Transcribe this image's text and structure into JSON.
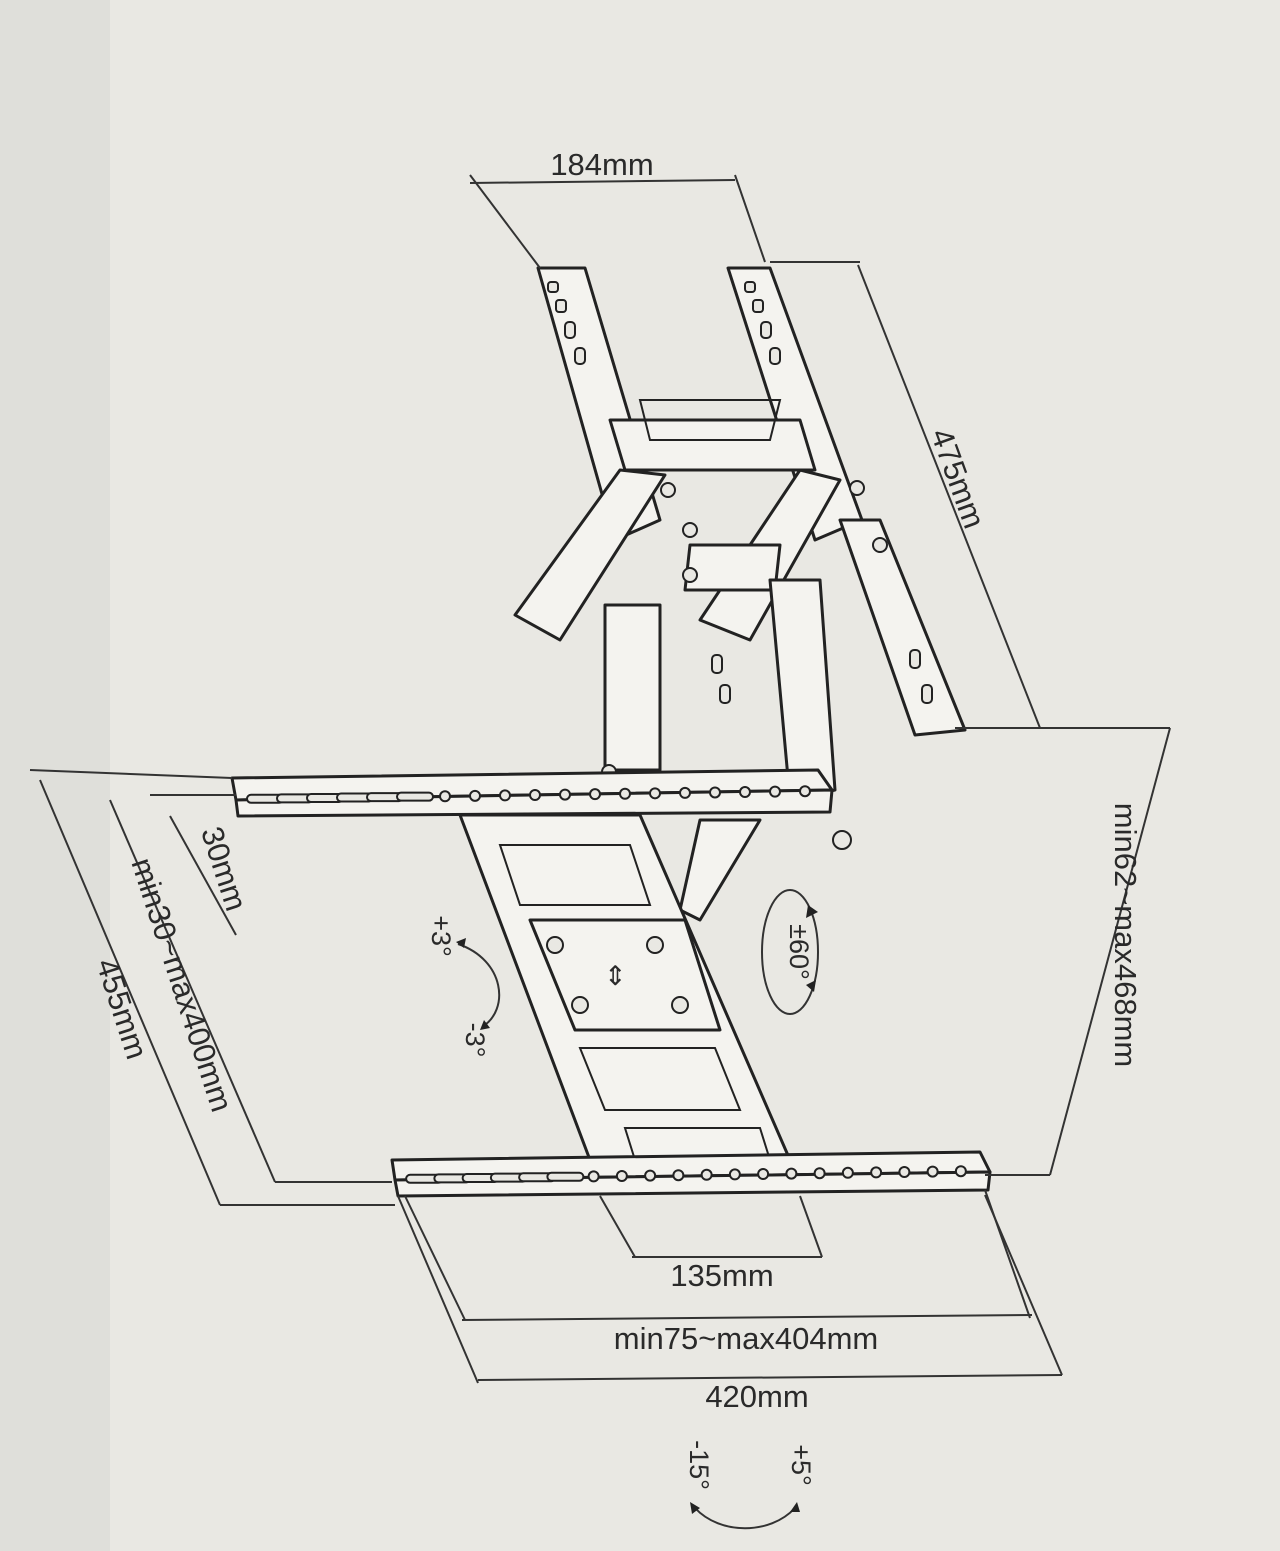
{
  "dimensions": {
    "top_width": "184mm",
    "arm_length": "475mm",
    "extension": "min62~max468mm",
    "rail_offset": "30mm",
    "vertical_spacing": "min30~max400mm",
    "total_height": "455mm",
    "center_spacing": "135mm",
    "horizontal_spacing": "min75~max404mm",
    "total_width": "420mm"
  },
  "angles": {
    "tilt_plus": "+3°",
    "tilt_minus": "-3°",
    "swivel": "±60°",
    "level_plus": "+5°",
    "level_minus": "-15°"
  },
  "colors": {
    "paper": "#e9e8e3",
    "ink": "#222222"
  }
}
